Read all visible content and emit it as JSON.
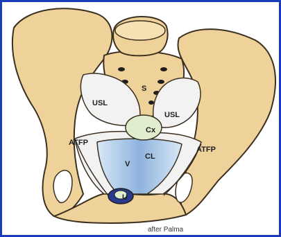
{
  "labels": {
    "sacrum": "S",
    "usl_left": "USL",
    "usl_right": "USL",
    "cervix": "Cx",
    "atfp_left": "ATFP",
    "atfp_right": "ATFP",
    "vagina": "V",
    "cardinal_ligament": "CL",
    "urethra": "U"
  },
  "caption": "after Palma",
  "colors": {
    "frame": "#1a3cb8",
    "bone": "#efd29a",
    "bone_outline": "#3b2f20",
    "ligament": "#f2f2f2",
    "cervix": "#dfeccd",
    "vagina": "#c6dcf2",
    "vagina_center": "#7fa7d6",
    "urethra": "#2a3a8c"
  }
}
